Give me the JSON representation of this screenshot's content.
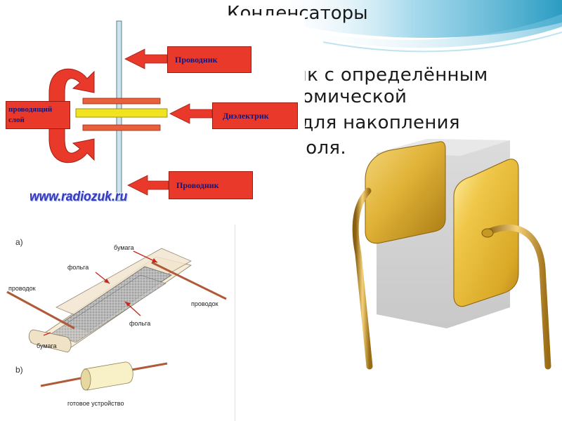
{
  "slide": {
    "title": "Конденсаторы",
    "body_lines": [
      "сник с определённым",
      "ой омической",
      "во для накопления",
      "поля."
    ]
  },
  "diagram_top": {
    "labels": {
      "conductor_top": "Проводник",
      "conductive_layer": "проводящий слой",
      "dielectric": "Диэлектрик",
      "conductor_bottom": "Проводник"
    },
    "watermark": "www.radiozuk.ru"
  },
  "diagram_bottom": {
    "part_a": "a)",
    "part_b": "b)",
    "labels": {
      "paper_top": "бумага",
      "foil_top": "фольга",
      "wire_left": "проводок",
      "wire_right": "проводок",
      "foil_bottom": "фольга",
      "paper_bottom": "бумага",
      "finished_device": "готовое устройство"
    }
  },
  "colors": {
    "plate_orange": "#e8603c",
    "dielectric_yellow": "#f2e321",
    "label_red": "#e8392a",
    "label_text_blue": "#16167a",
    "arrow_red": "#e8392a",
    "gold": "#d9ac2c",
    "teal_swoosh": "#2b9cc2"
  }
}
